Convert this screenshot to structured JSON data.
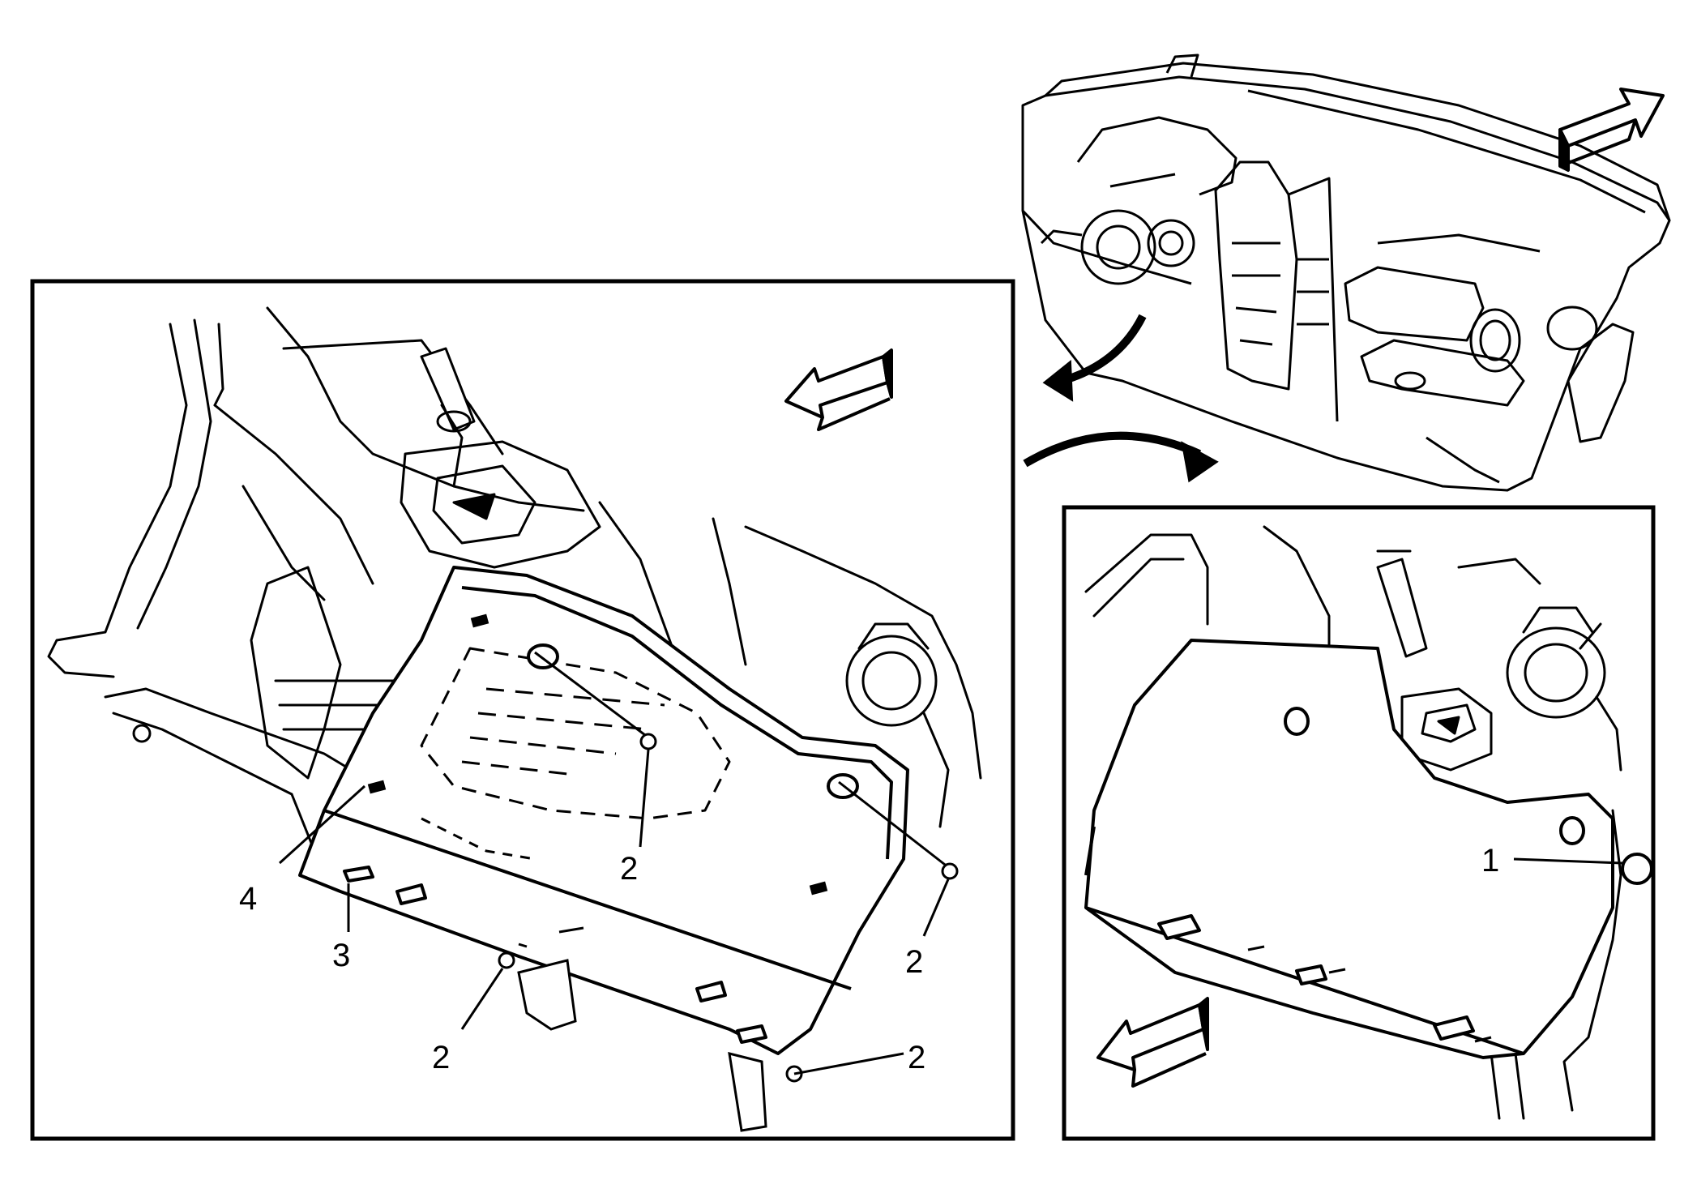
{
  "callouts": {
    "c1": "1",
    "c2a": "2",
    "c2b": "2",
    "c2c": "2",
    "c2d": "2",
    "c3": "3",
    "c4": "4"
  },
  "colors": {
    "line": "#000000",
    "background": "#ffffff",
    "fill": "#ffffff"
  },
  "icons": {
    "direction_arrow": "front-arrow-icon",
    "transition_arrow": "curved-arrow-icon",
    "fastener": "bolt-icon",
    "retainer": "push-pin-retainer-icon"
  }
}
